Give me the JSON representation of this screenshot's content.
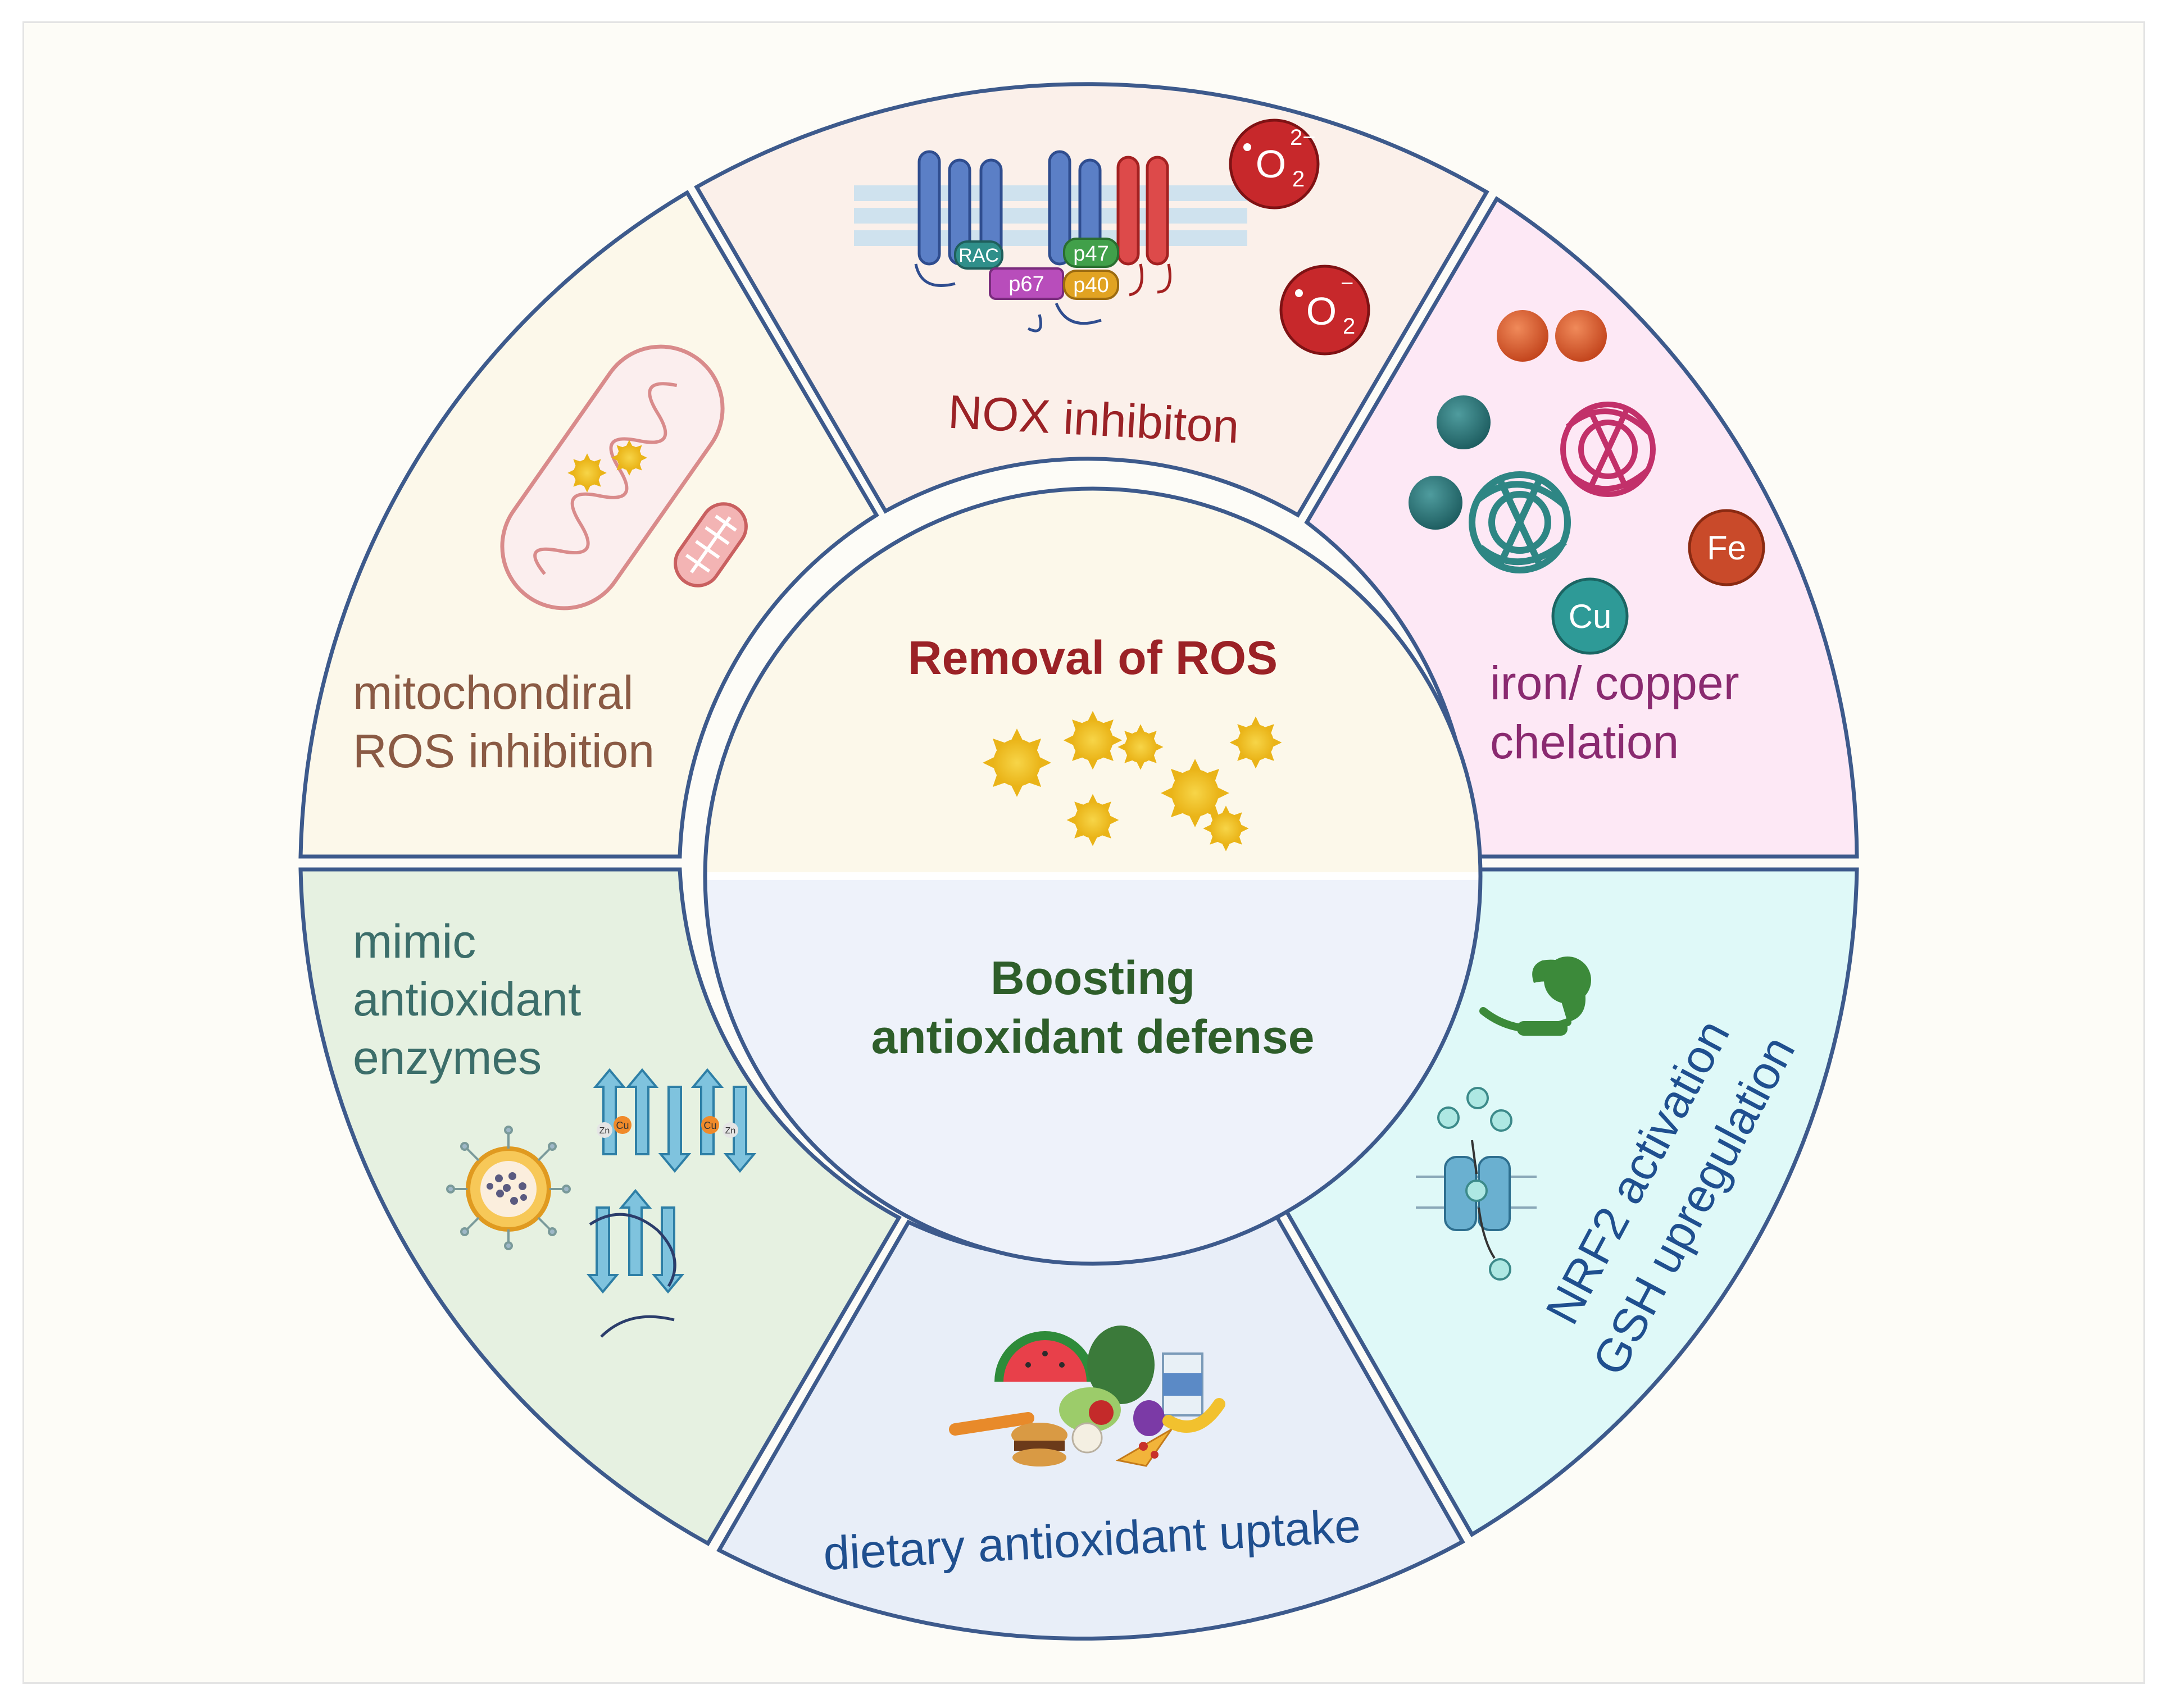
{
  "colors": {
    "ring_stroke": "#3d5a8c",
    "top_half_center": "#fcf8ea",
    "bottom_half_center": "#eef2fa",
    "mito_segment": "#fcf8ea",
    "nox_segment": "#fbf0ea",
    "chelation_segment": "#fde8f5",
    "mimic_segment": "#e6f1e1",
    "dietary_segment": "#e8eef8",
    "nrf2_segment": "#dff9f8",
    "ros_sun": "#f2c12e",
    "title_top": "#9b2226",
    "title_bottom": "#2e5e2a",
    "text_brown": "#8a5a44",
    "text_teal": "#3c6e6a",
    "text_navy": "#1f4f8f",
    "text_darkred": "#9b2226",
    "text_purple": "#8a2a70"
  },
  "center": {
    "top_title": "Removal of ROS",
    "bottom_title_line1": "Boosting",
    "bottom_title_line2": "antioxidant defense"
  },
  "segments": {
    "mitochondrial": {
      "line1": "mitochondiral",
      "line2": "ROS inhibition",
      "icon": "mitochondria-icon"
    },
    "nox": {
      "label": "NOX inhibiton",
      "subunits": [
        "RAC",
        "p67",
        "p47",
        "p40"
      ],
      "species1_base": "O",
      "species1_sub": "2",
      "species1_sup": "2−",
      "species2_base": "O",
      "species2_sub": "2",
      "species2_sup": "−",
      "icon": "nox-complex-icon"
    },
    "chelation": {
      "line1": "iron/ copper",
      "line2": "chelation",
      "ion_fe": "Fe",
      "ion_cu": "Cu",
      "icon": "ferritin-icon"
    },
    "mimic": {
      "line1": "mimic",
      "line2": "antioxidant",
      "line3": "enzymes",
      "metal_zn": "Zn",
      "metal_cu": "Cu",
      "icon": "nanozyme-icon"
    },
    "dietary": {
      "label": "dietary antioxidant uptake",
      "icon": "food-icon"
    },
    "nrf2": {
      "line1": "NRF2 activation",
      "line2": "GSH upregulation",
      "icon": "transporter-icon"
    }
  }
}
